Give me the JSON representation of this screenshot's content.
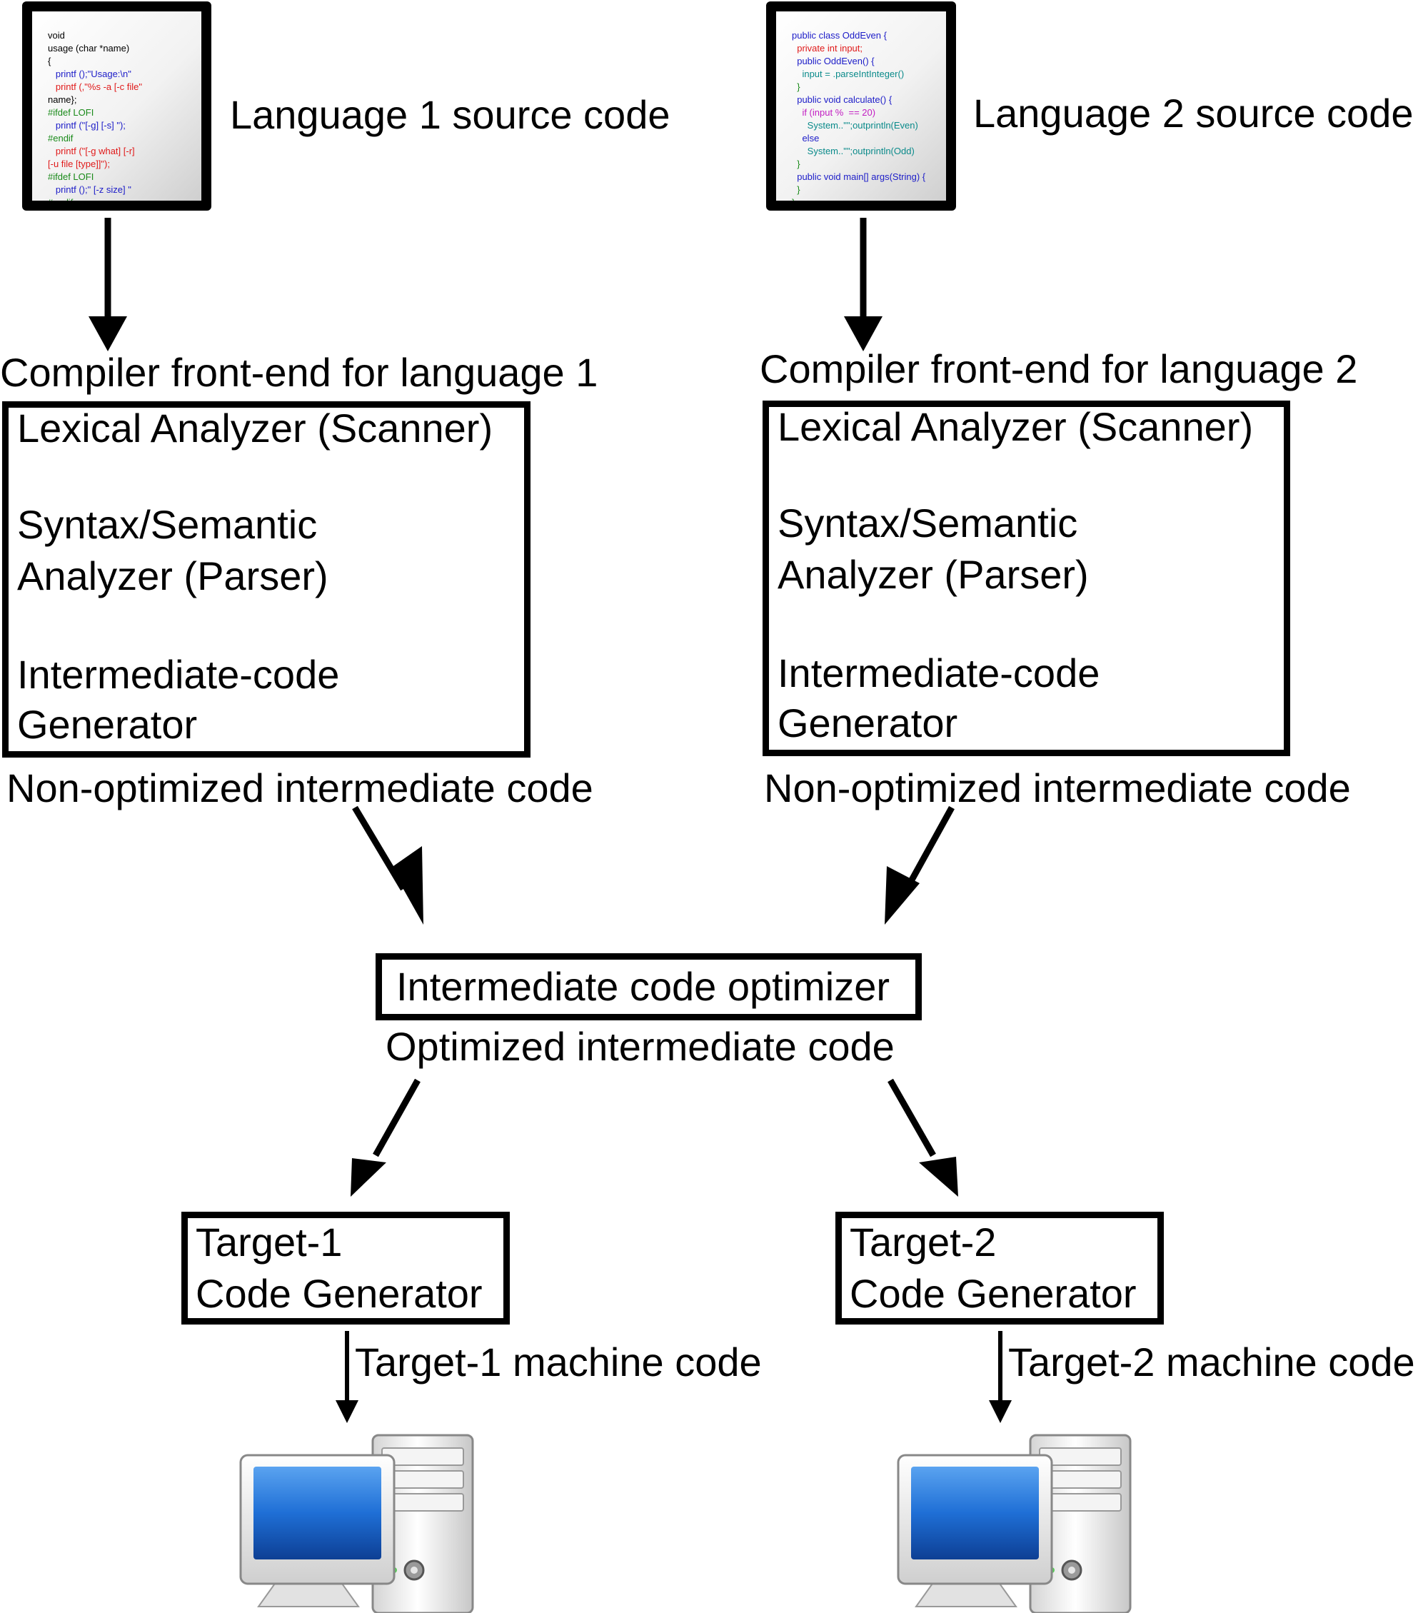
{
  "sources": {
    "lang1_label": "Language 1 source code",
    "lang2_label": "Language 2 source code",
    "lang1_code": [
      "void",
      "usage (char *name)",
      "{",
      "   printf ();\"Usage:\\n\"",
      "   printf (,\"%s -a [-c file\"",
      "name};",
      "#ifdef LOFI",
      "   printf (\"[-g] [-s] \");",
      "#endif",
      "   printf (\"[-g what] [-r]",
      "[-u file [type]]\");",
      "#ifdef LOFI",
      "   printf ();\" [-z size] \"",
      "#endif"
    ],
    "lang2_code": [
      "public class OddEven {",
      "  private int input;",
      "  public OddEven() {",
      "    input = .parseIntInteger()",
      "  }",
      "  public void calculate() {",
      "    if (input %  == 20)",
      "      System..\"\";outprintln(Even)",
      "    else",
      "      System..\"\";outprintln(Odd)",
      "  }",
      "  public void main[] args(String) {",
      "  }",
      "}"
    ]
  },
  "frontends": {
    "fe1_title": "Compiler front-end for language 1",
    "fe2_title": "Compiler front-end for language 2",
    "scanner": "Lexical Analyzer (Scanner)",
    "parser_line1": "Syntax/Semantic",
    "parser_line2": "Analyzer (Parser)",
    "icg_line1": "Intermediate-code",
    "icg_line2": "Generator",
    "output": "Non-optimized intermediate code"
  },
  "optimizer": {
    "label": "Intermediate code optimizer",
    "output": "Optimized intermediate code"
  },
  "targets": {
    "t1_line1": "Target-1",
    "t1_line2": "Code Generator",
    "t2_line1": "Target-2",
    "t2_line2": "Code Generator",
    "t1_output": "Target-1 machine code",
    "t2_output": "Target-2 machine code"
  },
  "icons": {
    "source_code_icon": "source-code-document-icon",
    "computer_icon": "desktop-computer-icon"
  },
  "colors": {
    "line": "#000000",
    "monitor_screen": "#1f6fd6",
    "keyword": "#1c1cc8",
    "string": "#e01a1a",
    "preprocessor": "#1a8a1a"
  }
}
